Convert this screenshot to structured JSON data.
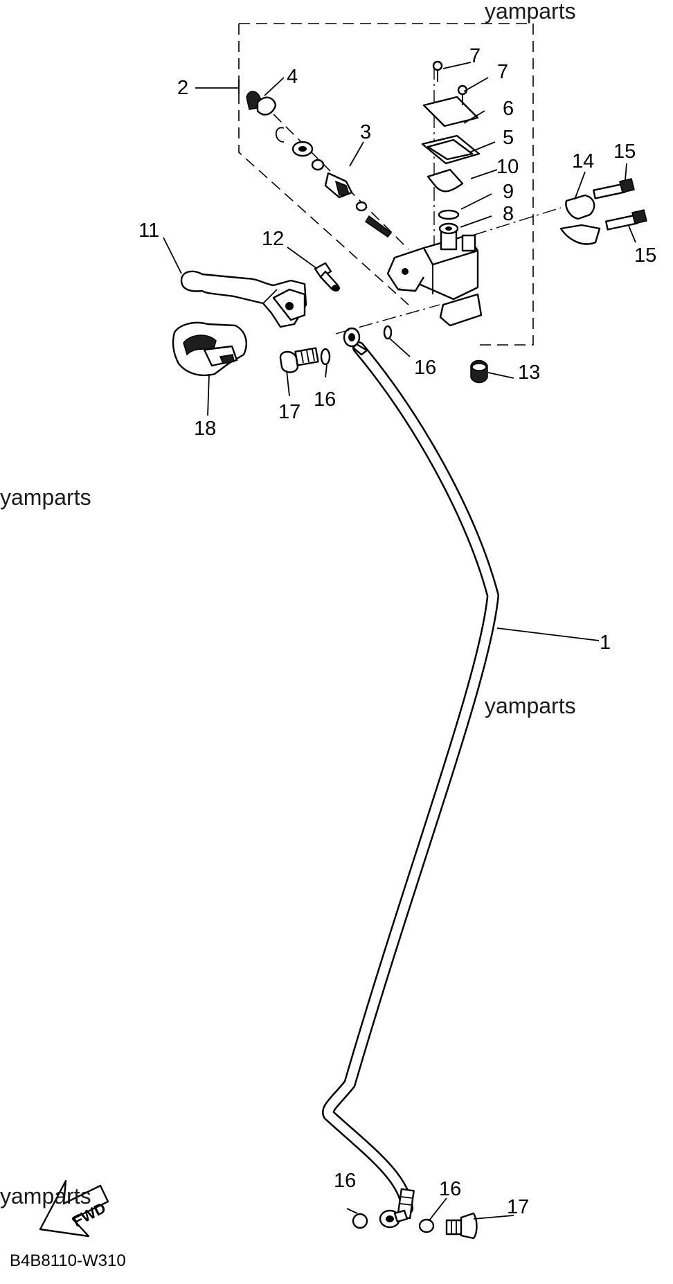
{
  "diagram": {
    "watermarks": [
      "yamparts",
      "yamparts",
      "yamparts",
      "yamparts"
    ],
    "diagram_code": "B4B8110-W310",
    "fwd_label": "FWD",
    "callouts": {
      "c1": "1",
      "c2": "2",
      "c3": "3",
      "c4": "4",
      "c5": "5",
      "c6": "6",
      "c7a": "7",
      "c7b": "7",
      "c8": "8",
      "c9": "9",
      "c10": "10",
      "c11": "11",
      "c12": "12",
      "c13": "13",
      "c14": "14",
      "c15a": "15",
      "c15b": "15",
      "c16a": "16",
      "c16b": "16",
      "c16c": "16",
      "c16d": "16",
      "c17a": "17",
      "c17b": "17",
      "c18": "18"
    }
  }
}
